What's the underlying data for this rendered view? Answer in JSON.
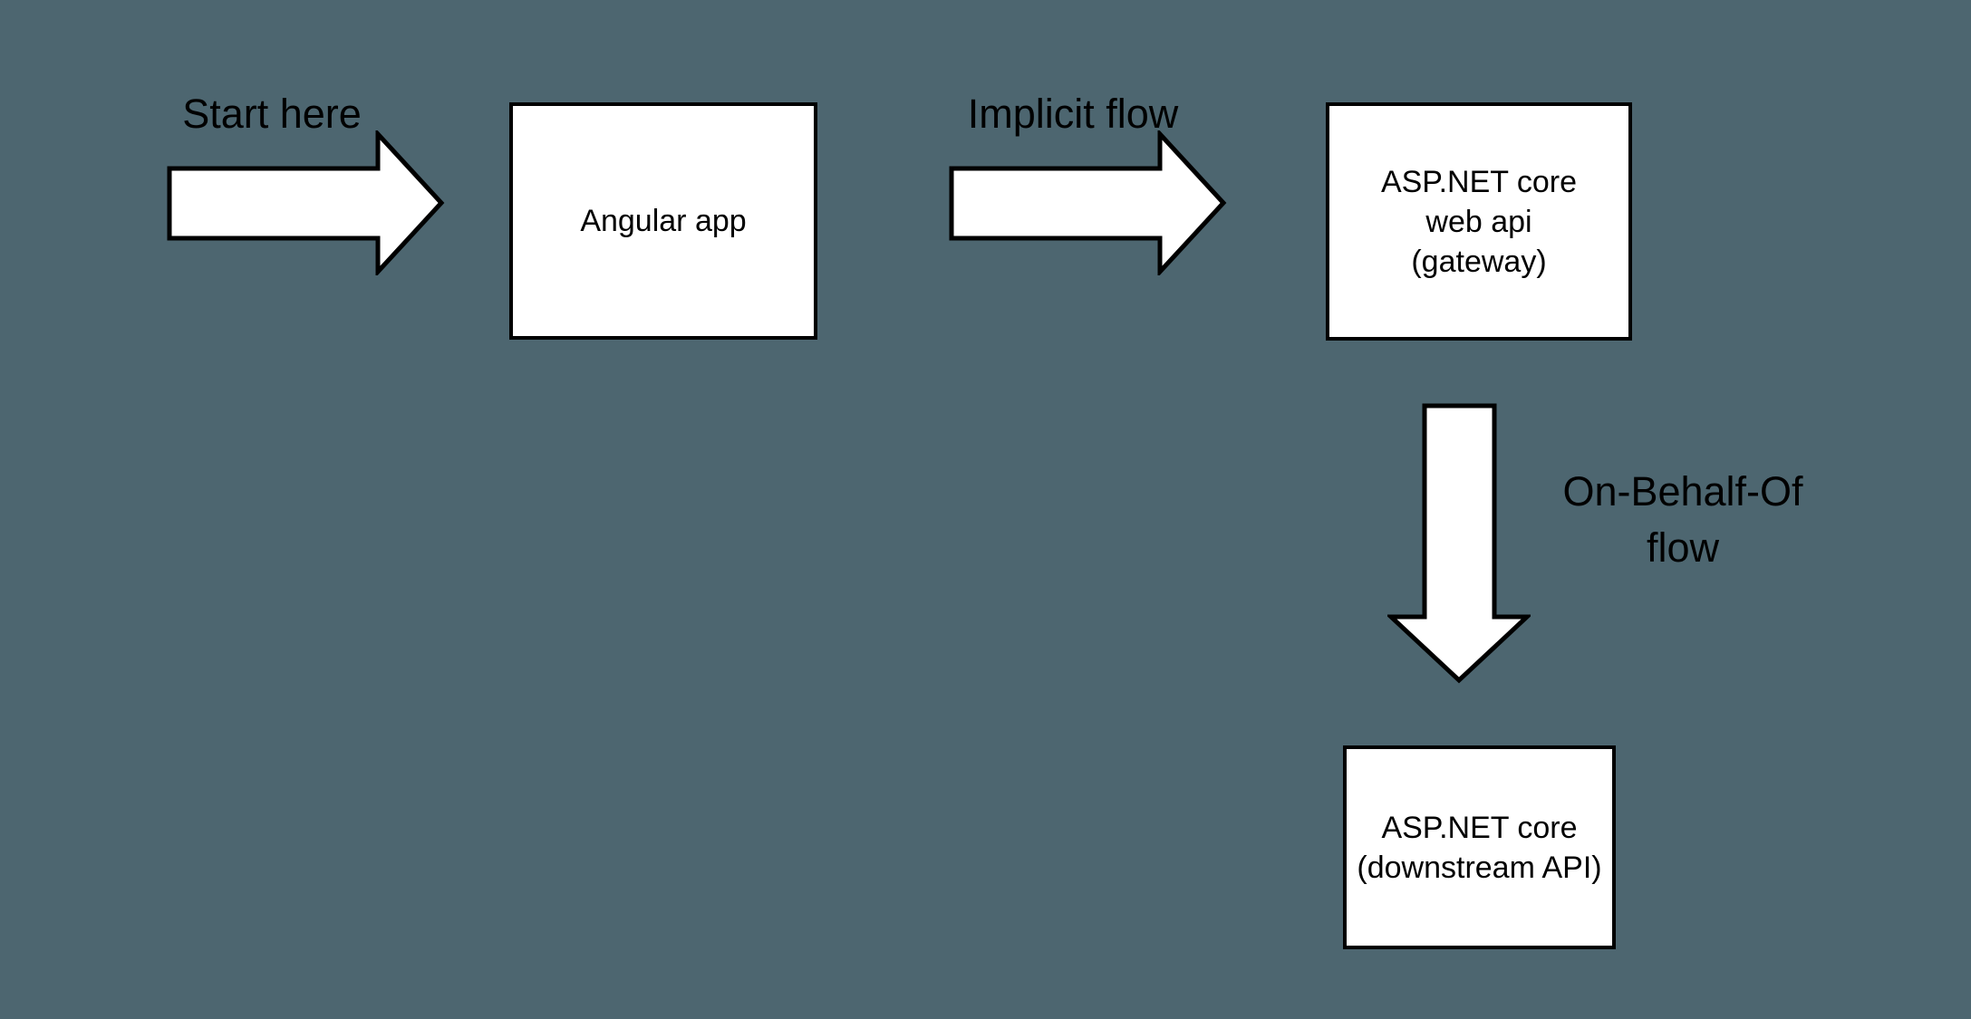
{
  "canvas": {
    "background_color": "#4d6670",
    "shape_fill_color": "#ffffff",
    "shape_stroke_color": "#000000",
    "text_color": "#000000"
  },
  "labels": {
    "start_here": "Start here",
    "implicit_flow": "Implicit flow",
    "on_behalf_of": {
      "line1": "On-Behalf-Of",
      "line2": "flow"
    }
  },
  "nodes": {
    "angular": {
      "label": "Angular app"
    },
    "gateway": {
      "line1": "ASP.NET core",
      "line2": "web api",
      "line3": "(gateway)"
    },
    "downstream": {
      "line1": "ASP.NET core",
      "line2": "(downstream API)"
    }
  },
  "icons": {
    "start_arrow": "right-arrow",
    "implicit_flow_arrow": "right-arrow",
    "on_behalf_of_arrow": "down-arrow"
  }
}
